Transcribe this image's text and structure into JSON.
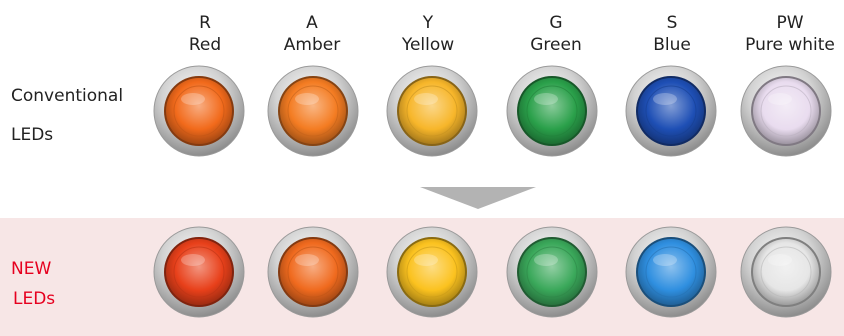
{
  "colors": [
    {
      "code": "R",
      "name": "Red"
    },
    {
      "code": "A",
      "name": "Amber"
    },
    {
      "code": "Y",
      "name": "Yellow"
    },
    {
      "code": "G",
      "name": "Green"
    },
    {
      "code": "S",
      "name": "Blue"
    },
    {
      "code": "PW",
      "name": "Pure white"
    }
  ],
  "rows": {
    "conventional": {
      "label_line1": "Conventional",
      "label_line2": "LEDs"
    },
    "new": {
      "label_line1": "NEW",
      "label_line2": "LEDs"
    }
  },
  "palette": {
    "label_new": "#e6001f",
    "band_new": "#f7e6e6",
    "arrow": "#b3b3b3",
    "bezel": "#c8c8c8"
  },
  "led_colors": {
    "conventional": [
      "#f26a1b",
      "#f47c22",
      "#f7b62a",
      "#2aa04a",
      "#1e4fb5",
      "#e9dcef"
    ],
    "new": [
      "#e8401a",
      "#f06a1e",
      "#fbc21f",
      "#3aa85a",
      "#2f8fe0",
      "#e6e6e6"
    ]
  }
}
